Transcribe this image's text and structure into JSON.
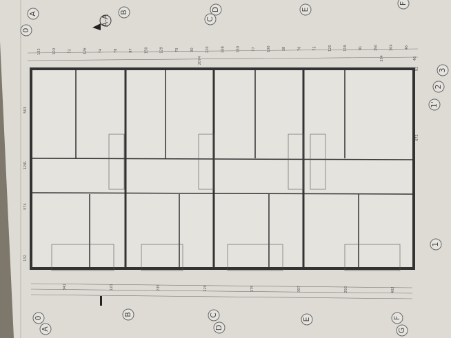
{
  "drawing": {
    "section_mark": "A-A",
    "axes_top": [
      "0",
      "A",
      "B",
      "C",
      "D",
      "E",
      "F"
    ],
    "axes_bottom": [
      "0",
      "A",
      "B",
      "C",
      "D",
      "E",
      "F",
      "G"
    ],
    "axes_right": [
      "1'",
      "2",
      "3",
      "1"
    ],
    "top_dimensions": [
      "132",
      "120",
      "73",
      "126",
      "74",
      "78",
      "97",
      "150",
      "129",
      "70",
      "30",
      "120",
      "108",
      "150",
      "77",
      "100",
      "38",
      "70",
      "75",
      "120",
      "119",
      "81",
      "150",
      "104",
      "46"
    ],
    "top_total": "2074",
    "top_right_dims": [
      "334",
      "46"
    ],
    "bottom_dimensions": [
      "341",
      "120",
      "235",
      "120",
      "175",
      "307",
      "250",
      "402"
    ],
    "left_dimensions": [
      "563",
      "1281",
      "574",
      "132"
    ],
    "right_dimensions": [
      "672",
      "92"
    ]
  }
}
